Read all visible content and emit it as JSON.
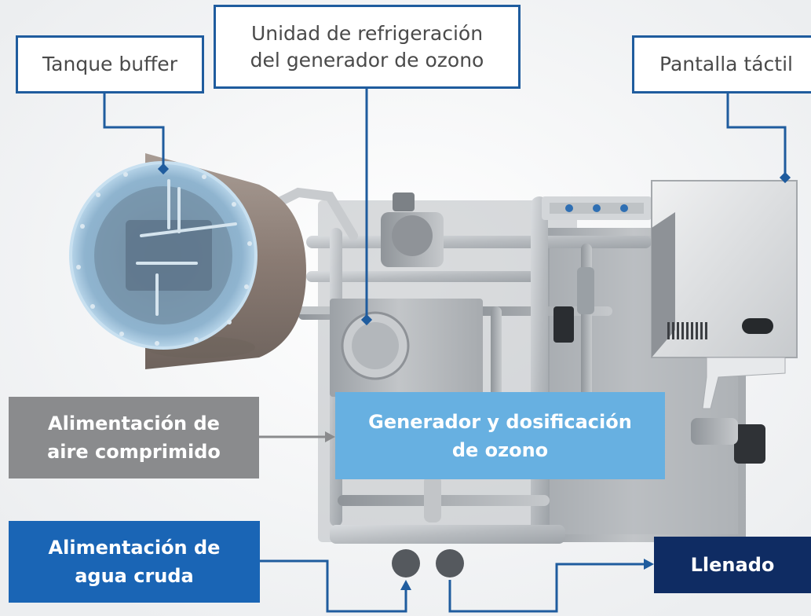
{
  "labels": {
    "buffer_tank": "Tanque buffer",
    "cooling_unit_line1": "Unidad de refrigeración",
    "cooling_unit_line2": "del generador de ozono",
    "touch_screen": "Pantalla táctil"
  },
  "blocks": {
    "air_line1": "Alimentación de",
    "air_line2": "aire comprimido",
    "ozone_line1": "Generador y dosificación",
    "ozone_line2": "de ozono",
    "water_line1": "Alimentación de",
    "water_line2": "agua cruda",
    "filling": "Llenado"
  },
  "colors": {
    "callout_border": "#1f5c9e",
    "connector": "#1f5c9e",
    "air_block": "#8a8b8d",
    "ozone_block": "#67b0e1",
    "water_block": "#1a65b5",
    "filling_block": "#0f2c63"
  },
  "icons": {
    "connector_end": "dot",
    "flow_arrow": "arrow-right",
    "flow_arrow_up": "arrow-up"
  }
}
